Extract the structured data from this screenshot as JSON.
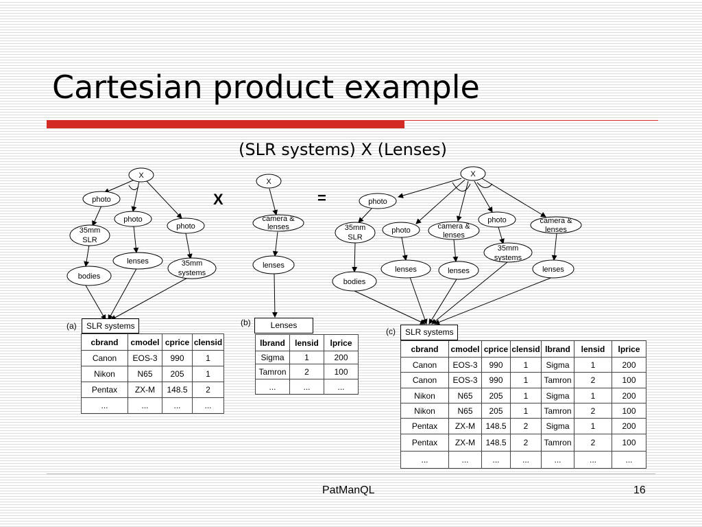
{
  "title": "Cartesian product example",
  "subtitle": "(SLR  systems) X (Lenses)",
  "operators": {
    "times": "X",
    "equals": "="
  },
  "panel_labels": {
    "a": "(a)",
    "b": "(b)",
    "c": "(c)"
  },
  "tree_a": {
    "root": "X",
    "photo1": "photo",
    "photo2": "photo",
    "photo3": "photo",
    "slr": [
      "35mm",
      "SLR"
    ],
    "lenses": "lenses",
    "systems": [
      "35mm",
      "systems"
    ],
    "bodies": "bodies"
  },
  "tree_b": {
    "root": "X",
    "camera": [
      "camera &",
      "lenses"
    ],
    "lenses": "lenses"
  },
  "tree_c": {
    "root": "X",
    "photo1": "photo",
    "slr": [
      "35mm",
      "SLR"
    ],
    "photo2": "photo",
    "camera": [
      "camera &",
      "lenses"
    ],
    "photo3": "photo",
    "camera2": [
      "camera &",
      "lenses"
    ],
    "systems": [
      "35mm",
      "systems"
    ],
    "lenses1": "lenses",
    "lenses2": "lenses",
    "lenses3": "lenses",
    "bodies": "bodies"
  },
  "table_a": {
    "name": "SLR systems",
    "headers": [
      "cbrand",
      "cmodel",
      "cprice",
      "clensid"
    ],
    "rows": [
      [
        "Canon",
        "EOS-3",
        "990",
        "1"
      ],
      [
        "Nikon",
        "N65",
        "205",
        "1"
      ],
      [
        "Pentax",
        "ZX-M",
        "148.5",
        "2"
      ],
      [
        "...",
        "...",
        "...",
        "..."
      ]
    ]
  },
  "table_b": {
    "name": "Lenses",
    "headers": [
      "lbrand",
      "lensid",
      "lprice"
    ],
    "rows": [
      [
        "Sigma",
        "1",
        "200"
      ],
      [
        "Tamron",
        "2",
        "100"
      ],
      [
        "...",
        "...",
        "..."
      ]
    ]
  },
  "table_c": {
    "name": "SLR systems",
    "headers": [
      "cbrand",
      "cmodel",
      "cprice",
      "clensid",
      "lbrand",
      "lensid",
      "lprice"
    ],
    "rows": [
      [
        "Canon",
        "EOS-3",
        "990",
        "1",
        "Sigma",
        "1",
        "200"
      ],
      [
        "Canon",
        "EOS-3",
        "990",
        "1",
        "Tamron",
        "2",
        "100"
      ],
      [
        "Nikon",
        "N65",
        "205",
        "1",
        "Sigma",
        "1",
        "200"
      ],
      [
        "Nikon",
        "N65",
        "205",
        "1",
        "Tamron",
        "2",
        "100"
      ],
      [
        "Pentax",
        "ZX-M",
        "148.5",
        "2",
        "Sigma",
        "1",
        "200"
      ],
      [
        "Pentax",
        "ZX-M",
        "148.5",
        "2",
        "Tamron",
        "2",
        "100"
      ],
      [
        "...",
        "...",
        "...",
        "...",
        "...",
        "...",
        "..."
      ]
    ]
  },
  "footer": {
    "center": "PatManQL",
    "page": "16"
  }
}
